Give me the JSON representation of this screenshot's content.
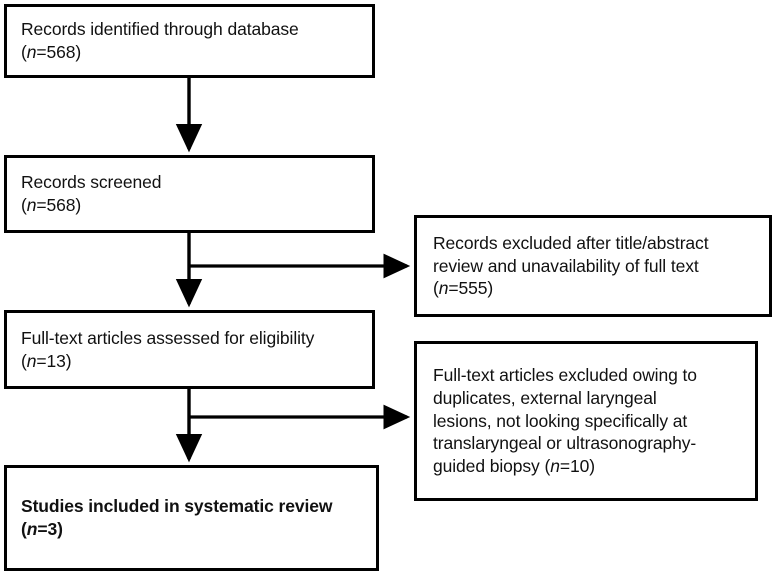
{
  "diagram": {
    "type": "prisma-flow-diagram",
    "title": "",
    "colors": {
      "box_border": "#000000",
      "text": "#111111",
      "background": "#ffffff",
      "connector": "#000000"
    },
    "nodes": [
      {
        "id": "identified",
        "lines": [
          "Records identified through database",
          "(n=568)"
        ],
        "n_label": "n",
        "count": 568,
        "bold": false
      },
      {
        "id": "screened",
        "lines": [
          "Records screened",
          "(n=568)"
        ],
        "n_label": "n",
        "count": 568,
        "bold": false
      },
      {
        "id": "excluded-screening",
        "lines": [
          "Records excluded after title/abstract review and unavailability of full text",
          "(n=555)"
        ],
        "n_label": "n",
        "count": 555,
        "bold": false
      },
      {
        "id": "eligible",
        "lines": [
          "Full-text articles assessed for eligibility",
          "(n=13)"
        ],
        "n_label": "n",
        "count": 13,
        "bold": false
      },
      {
        "id": "excluded-fulltext",
        "lines": [
          "Full-text articles excluded owing to duplicates, external laryngeal lesions, not looking specifically at translaryngeal or ultrasonography-guided biopsy (n=10)"
        ],
        "n_label": "n",
        "count": 10,
        "bold": false
      },
      {
        "id": "included",
        "lines": [
          "Studies included in systematic review",
          "(n=3)"
        ],
        "n_label": "n",
        "count": 3,
        "bold": true
      }
    ],
    "edges": [
      {
        "id": "identified-to-screened",
        "from": "identified",
        "to": "screened",
        "direction": "down",
        "arrow": true
      },
      {
        "id": "screened-to-eligible",
        "from": "screened",
        "to": "eligible",
        "direction": "down",
        "arrow": true
      },
      {
        "id": "screened-to-excluded",
        "from": "screened",
        "to": "excluded-screening",
        "direction": "right",
        "arrow": true
      },
      {
        "id": "eligible-to-included",
        "from": "eligible",
        "to": "included",
        "direction": "down",
        "arrow": true
      },
      {
        "id": "eligible-to-excluded",
        "from": "eligible",
        "to": "excluded-fulltext",
        "direction": "right",
        "arrow": true
      }
    ]
  },
  "text": {
    "identified_l1": "Records identified through database",
    "identified_l2_open": "(",
    "identified_l2_n": "n",
    "identified_l2_rest": "=568)",
    "screened_l1": "Records screened",
    "screened_l2_rest": "=568)",
    "excluded_screening_l1": "Records excluded after title/abstract",
    "excluded_screening_l2": "review and unavailability of full text",
    "excluded_screening_l3_rest": "=555)",
    "eligible_l1": "Full-text articles assessed for eligibility",
    "eligible_l2_rest": "=13)",
    "excluded_fulltext_l1": "Full-text articles excluded owing to",
    "excluded_fulltext_l2": "duplicates, external laryngeal",
    "excluded_fulltext_l3": "lesions, not looking specifically at",
    "excluded_fulltext_l4": "translaryngeal or ultrasonography-",
    "excluded_fulltext_l5a": "guided biopsy (",
    "excluded_fulltext_l5b": "=10)",
    "included_l1": "Studies included in systematic review",
    "included_l2_rest": "=3)",
    "paren_open": "(",
    "italic_n": "n"
  }
}
